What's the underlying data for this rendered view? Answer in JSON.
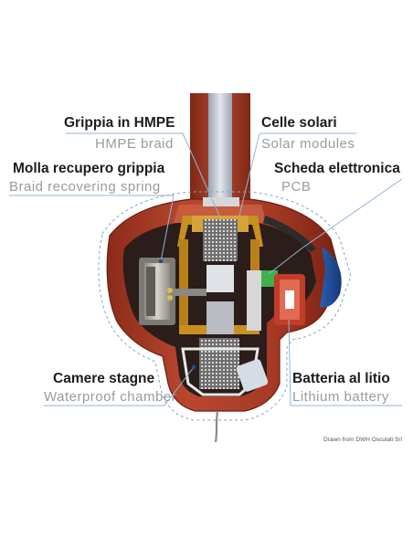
{
  "labels": {
    "braid": {
      "it": "Grippia in HMPE",
      "en": "HMPE braid"
    },
    "solar": {
      "it": "Celle solari",
      "en": "Solar modules"
    },
    "spring": {
      "it": "Molla recupero grippia",
      "en": "Braid recovering spring"
    },
    "pcb": {
      "it": "Scheda elettronica",
      "en": "PCB"
    },
    "chamber": {
      "it": "Camere stagne",
      "en": "Waterproof chamber"
    },
    "battery": {
      "it": "Batteria al litio",
      "en": "Lithium battery"
    }
  },
  "credit": "Drawn from DWH Osculati Srl",
  "colors": {
    "shell": "#b0402c",
    "shell_dark": "#7d2416",
    "inner_cavity": "#2a1d1a",
    "gold": "#c8901f",
    "leader_line": "#8fb6d8",
    "dashed_outline": "#7aa7cf",
    "accent_blue": "#1d4f9a",
    "green_pcb": "#3fb04b",
    "battery_red": "#c03d2a"
  }
}
